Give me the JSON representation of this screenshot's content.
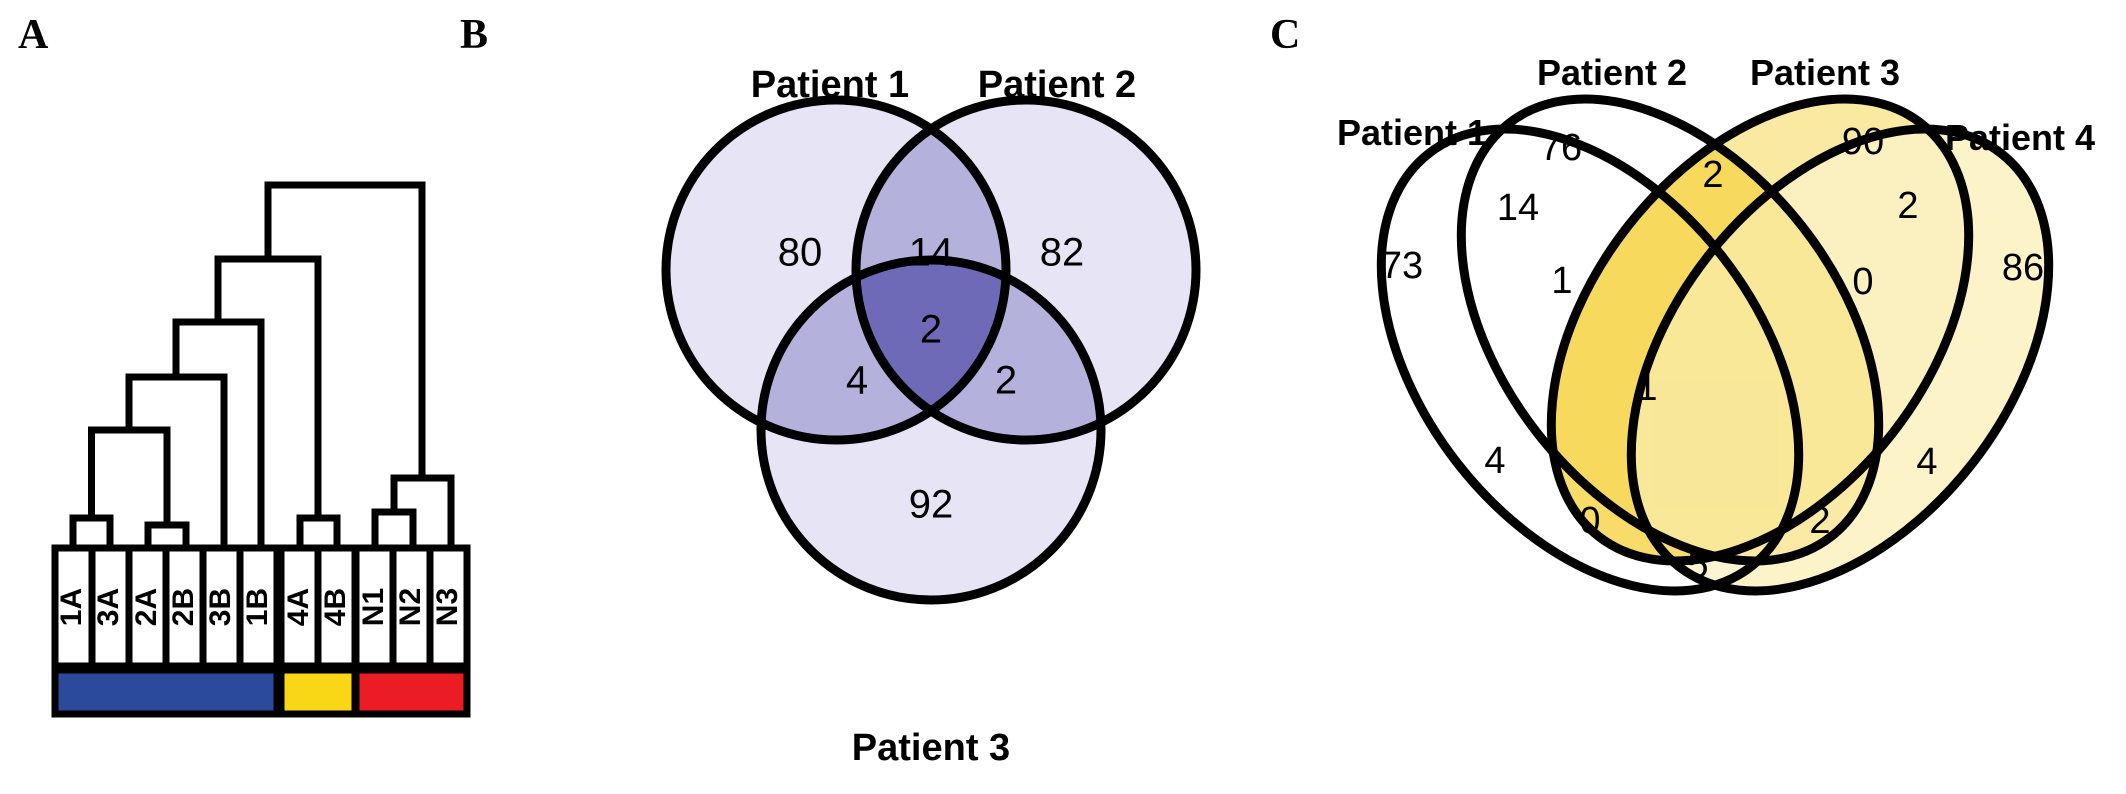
{
  "figure": {
    "panels": [
      {
        "id": "A",
        "letter": "A",
        "type": "dendrogram"
      },
      {
        "id": "B",
        "letter": "B",
        "type": "venn3"
      },
      {
        "id": "C",
        "letter": "C",
        "type": "venn4"
      }
    ]
  },
  "panel_a": {
    "letter": "A",
    "leaf_labels": [
      "1A",
      "3A",
      "2A",
      "2B",
      "3B",
      "1B",
      "4A",
      "4B",
      "N1",
      "N2",
      "N3"
    ],
    "group_bars": [
      {
        "name": "tumor-group",
        "color": "#2b4a9b",
        "span_start": 0,
        "span_end": 5
      },
      {
        "name": "patient4-group",
        "color": "#f9d616",
        "span_start": 6,
        "span_end": 7
      },
      {
        "name": "normal-group",
        "color": "#ec1c24",
        "span_start": 8,
        "span_end": 10
      }
    ],
    "colors": {
      "line": "#000000",
      "box_fill": "#ffffff"
    }
  },
  "panel_b": {
    "letter": "B",
    "chart_data": {
      "type": "venn",
      "title": "",
      "sets": [
        "Patient 1",
        "Patient 2",
        "Patient 3"
      ],
      "regions": [
        {
          "key": "P1",
          "label": "Patient 1 only",
          "value": 80
        },
        {
          "key": "P2",
          "label": "Patient 2 only",
          "value": 82
        },
        {
          "key": "P3",
          "label": "Patient 3 only",
          "value": 92
        },
        {
          "key": "P1P2",
          "label": "Patient 1 & 2",
          "value": 14
        },
        {
          "key": "P1P3",
          "label": "Patient 1 & 3",
          "value": 4
        },
        {
          "key": "P2P3",
          "label": "Patient 2 & 3",
          "value": 2
        },
        {
          "key": "P1P2P3",
          "label": "Patient 1 & 2 & 3",
          "value": 2
        }
      ],
      "colors": {
        "single": "#e7e5f5",
        "double": "#b5b1dd",
        "triple": "#6f6ab8",
        "stroke": "#000000"
      }
    },
    "labels": {
      "set1": "Patient 1",
      "set2": "Patient 2",
      "set3": "Patient 3"
    },
    "values": {
      "only1": "80",
      "only2": "82",
      "only3": "92",
      "i12": "14",
      "i13": "4",
      "i23": "2",
      "i123": "2"
    }
  },
  "panel_c": {
    "letter": "C",
    "chart_data": {
      "type": "venn",
      "title": "",
      "sets": [
        "Patient 1",
        "Patient 2",
        "Patient 3",
        "Patient 4"
      ],
      "regions": [
        {
          "key": "P1",
          "label": "Patient 1 only",
          "value": 73
        },
        {
          "key": "P2",
          "label": "Patient 2 only",
          "value": 76
        },
        {
          "key": "P3",
          "label": "Patient 3 only",
          "value": 90
        },
        {
          "key": "P4",
          "label": "Patient 4 only",
          "value": 86
        },
        {
          "key": "P1P2",
          "label": "Patient 1 & 2",
          "value": 14
        },
        {
          "key": "P2P3",
          "label": "Patient 2 & 3",
          "value": 2
        },
        {
          "key": "P3P4",
          "label": "Patient 3 & 4",
          "value": 2
        },
        {
          "key": "P1P2P3",
          "label": "Patient 1 & 2 & 3",
          "value": 1
        },
        {
          "key": "P2P3P4",
          "label": "Patient 2 & 3 & 4",
          "value": 0
        },
        {
          "key": "P1P2P3P4",
          "label": "all four",
          "value": 1
        },
        {
          "key": "P1P3",
          "label": "Patient 1 & 3",
          "value": 4
        },
        {
          "key": "P2P4",
          "label": "Patient 2 & 4",
          "value": 4
        },
        {
          "key": "P1P3P4",
          "label": "Patient 1 & 3 & 4",
          "value": 0
        },
        {
          "key": "P1P2P4",
          "label": "Patient 1 & 2 & 4",
          "value": 2
        },
        {
          "key": "P1P4",
          "label": "Patient 1 & 4",
          "value": 5
        }
      ],
      "colors": {
        "empty": "#ffffff",
        "light_yellow": "#fcf3c8",
        "mid_yellow": "#fae9a0",
        "deep_yellow": "#f7d95e",
        "stroke": "#000000"
      }
    },
    "labels": {
      "set1": "Patient 1",
      "set2": "Patient 2",
      "set3": "Patient 3",
      "set4": "Patient 4"
    },
    "values": {
      "only1": "73",
      "only2": "76",
      "only3": "90",
      "only4": "86",
      "i12": "14",
      "i23": "2",
      "i34": "2",
      "i123": "1",
      "i234": "0",
      "i1234": "1",
      "i13": "4",
      "i24": "4",
      "i134": "0",
      "i124": "2",
      "i14": "5"
    }
  }
}
